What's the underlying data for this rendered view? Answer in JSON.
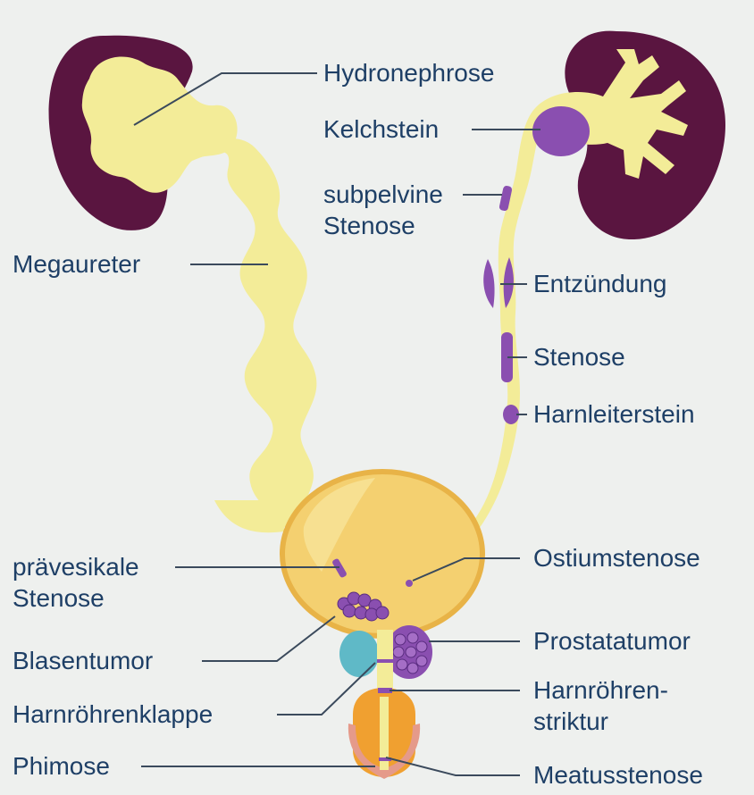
{
  "labels": {
    "hydronephrose": "Hydronephrose",
    "kelchstein": "Kelchstein",
    "subpelvine_stenose": "subpelvine\nStenose",
    "megaureter": "Megaureter",
    "entzuendung": "Entzündung",
    "stenose": "Stenose",
    "harnleiterstein": "Harnleiterstein",
    "praevesikale_stenose": "prävesikale\nStenose",
    "ostiumstenose": "Ostiumstenose",
    "blasentumor": "Blasentumor",
    "prostatatumor": "Prostatatumor",
    "harnroehrenklappe": "Harnröhrenklappe",
    "harnroehrenstriktur": "Harnröhren-\nstriktur",
    "phimose": "Phimose",
    "meatusstenose": "Meatusstenose"
  },
  "colors": {
    "label_text": "#1e3f66",
    "leader_line": "#3b4a5c",
    "kidney": "#5a1540",
    "urine_fill": "#f3ec98",
    "bladder_fill": "#f4d070",
    "bladder_edge": "#e8b347",
    "lesion": "#8a4fb0",
    "prostate_left": "#5fb9c7",
    "urethra_orange": "#f0a030",
    "background": "#eef0ee"
  }
}
